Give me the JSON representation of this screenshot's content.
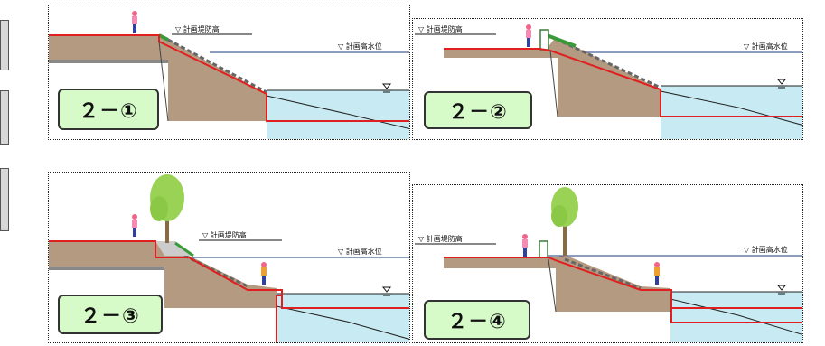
{
  "labels": {
    "dike_height": "▽ 計画堤防高",
    "water_level": "▽ 計画高水位"
  },
  "panels": [
    {
      "id": "2-1",
      "badge": "２－①"
    },
    {
      "id": "2-2",
      "badge": "２－②"
    },
    {
      "id": "2-3",
      "badge": "２－③"
    },
    {
      "id": "2-4",
      "badge": "２－④"
    }
  ],
  "colors": {
    "soil": "#b49a80",
    "water": "#c8eaf2",
    "outline": "#e02020",
    "badge_bg": "#d6fbc9",
    "tree": "#9ad255",
    "grass": "#3a9a3a"
  }
}
